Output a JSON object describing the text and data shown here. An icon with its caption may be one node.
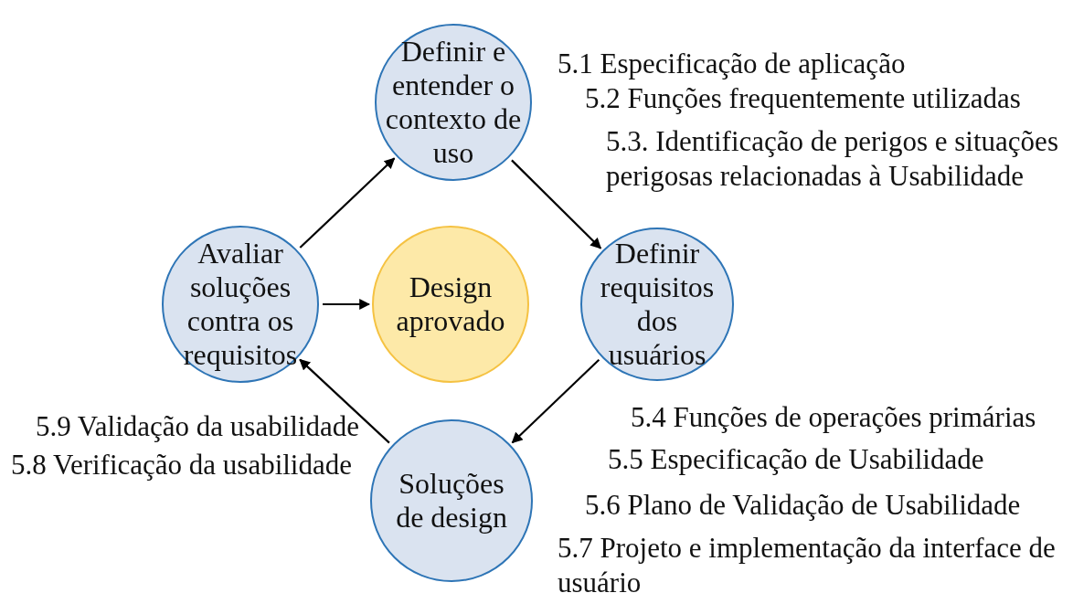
{
  "diagram": {
    "nodes": [
      {
        "text": [
          "Definir e entender o contexto de uso"
        ]
      },
      {
        "text": [
          "Definir requisitos dos usuários"
        ]
      },
      {
        "text": [
          "Soluções de design"
        ]
      },
      {
        "text": [
          "Avaliar soluções contra os requisitos"
        ]
      },
      {
        "text": [
          "Design aprovado"
        ]
      }
    ],
    "edges": [
      {
        "from": 3,
        "to": 0,
        "arrow": "to"
      },
      {
        "from": 0,
        "to": 1,
        "arrow": "to"
      },
      {
        "from": 1,
        "to": 2,
        "arrow": "to"
      },
      {
        "from": 2,
        "to": 3,
        "arrow": "to"
      },
      {
        "from": 3,
        "to": 4,
        "arrow": "to"
      }
    ],
    "labels": [
      "5.1 Especificação de aplicação",
      "5.2 Funções frequentemente utilizadas",
      "5.3. Identificação de perigos e situações perigosas relacionadas à Usabilidade",
      "5.4 Funções de operações primárias",
      "5.9 Validação da usabilidade",
      "5.5 Especificação de Usabilidade",
      "5.8 Verificação da usabilidade",
      "5.6 Plano de Validação de Usabilidade",
      "5.7 Projeto e implementação da interface de usuário"
    ]
  }
}
